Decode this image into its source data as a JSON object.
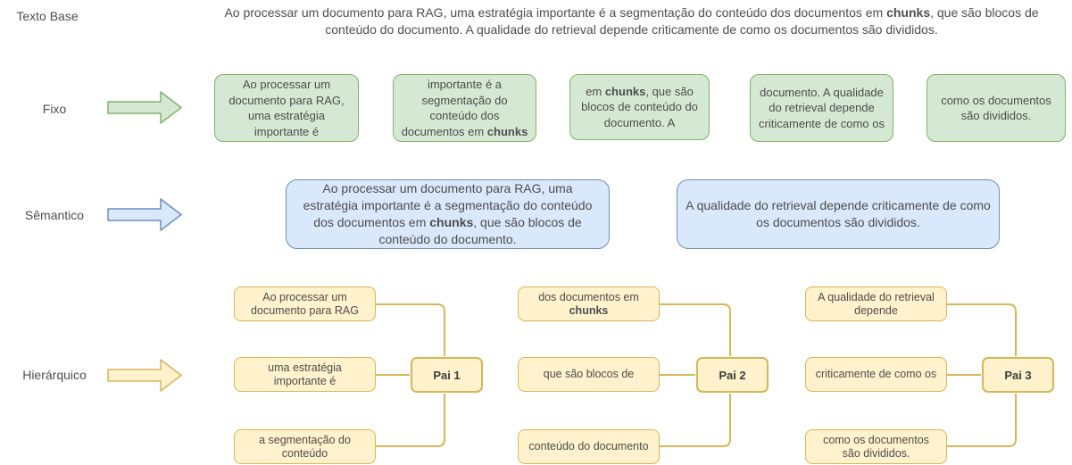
{
  "labels": {
    "texto_base": "Texto Base",
    "fixo": "Fixo",
    "semantico": "Sêmantico",
    "hierarquico": "Hierárquico"
  },
  "base_text": {
    "pre": "Ao processar um documento para RAG, uma estratégia importante é a segmentação do conteúdo dos documentos em ",
    "bold": "chunks",
    "post": ", que são blocos de conteúdo do documento. A qualidade do retrieval depende criticamente de como os documentos são divididos."
  },
  "fixed_chunks": [
    {
      "pre": "Ao processar um documento para RAG, uma estratégia importante é",
      "bold": "",
      "post": ""
    },
    {
      "pre": "importante é a segmentação do conteúdo dos documentos em ",
      "bold": "chunks",
      "post": ""
    },
    {
      "pre": "em ",
      "bold": "chunks",
      "post": ", que são blocos de conteúdo do documento. A"
    },
    {
      "pre": "documento. A qualidade do retrieval depende criticamente de como os",
      "bold": "",
      "post": ""
    },
    {
      "pre": "como os documentos são divididos.",
      "bold": "",
      "post": ""
    }
  ],
  "semantic_chunks": [
    {
      "pre": "Ao processar um documento para RAG, uma estratégia importante é a segmentação do conteúdo dos documentos em ",
      "bold": "chunks",
      "post": ", que são blocos de conteúdo do documento."
    },
    {
      "pre": "A qualidade do retrieval depende criticamente de como os documentos são divididos.",
      "bold": "",
      "post": ""
    }
  ],
  "hierarchical_groups": [
    {
      "parent": "Pai 1",
      "children": [
        {
          "pre": "Ao processar um documento para RAG",
          "bold": "",
          "post": ""
        },
        {
          "pre": "uma estratégia importante é",
          "bold": "",
          "post": ""
        },
        {
          "pre": "a segmentação do conteúdo",
          "bold": "",
          "post": ""
        }
      ]
    },
    {
      "parent": "Pai 2",
      "children": [
        {
          "pre": "dos documentos em ",
          "bold": "chunks",
          "post": ""
        },
        {
          "pre": "que são blocos de",
          "bold": "",
          "post": ""
        },
        {
          "pre": "conteúdo do documento",
          "bold": "",
          "post": ""
        }
      ]
    },
    {
      "parent": "Pai 3",
      "children": [
        {
          "pre": "A qualidade do retrieval depende",
          "bold": "",
          "post": ""
        },
        {
          "pre": "criticamente de como os",
          "bold": "",
          "post": ""
        },
        {
          "pre": "como os documentos são divididos.",
          "bold": "",
          "post": ""
        }
      ]
    }
  ],
  "colors": {
    "fixed_fill": "#d5e8d4",
    "fixed_stroke": "#82b366",
    "semantic_fill": "#dae8fc",
    "semantic_stroke": "#6c8ebf",
    "hierarchical_fill": "#fff2cc",
    "hierarchical_stroke": "#d6b656",
    "text": "#4d4d4d"
  }
}
